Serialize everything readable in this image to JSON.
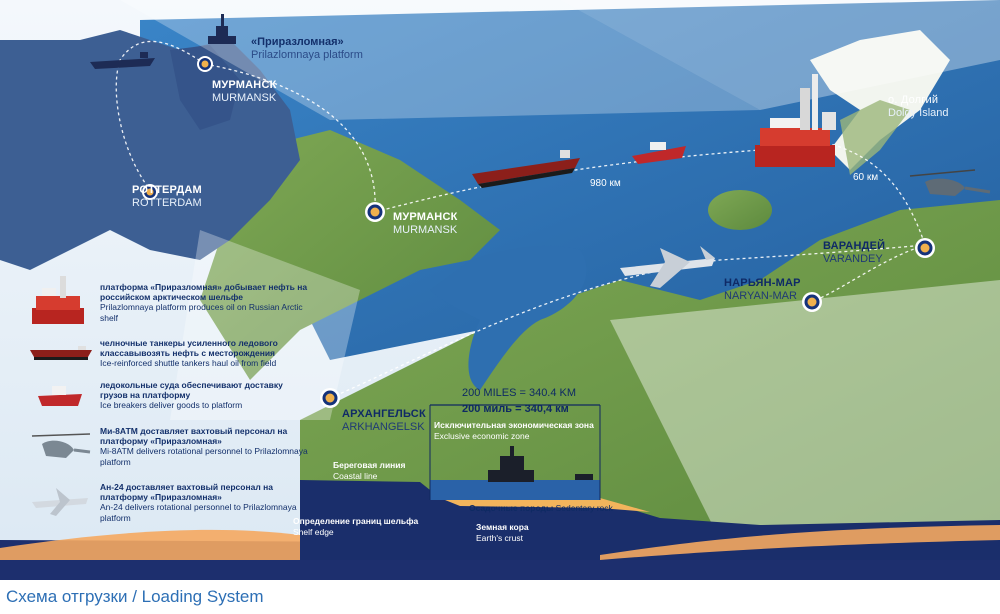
{
  "platform": {
    "ru": "«Приразломная»",
    "en": "Prilazlomnaya platform"
  },
  "cities": {
    "murmansk_top": {
      "ru": "МУРМАНСК",
      "en": "MURMANSK"
    },
    "rotterdam": {
      "ru": "РОТТЕРДАМ",
      "en": "ROTTERDAM"
    },
    "murmansk": {
      "ru": "МУРМАНСК",
      "en": "MURMANSK"
    },
    "dolgy": {
      "ru": "о. Долгий",
      "en": "Dolgy Island"
    },
    "varandey": {
      "ru": "ВАРАНДЕЙ",
      "en": "VARANDEY"
    },
    "naryan_mar": {
      "ru": "НАРЬЯН-МАР",
      "en": "NARYAN-MAR"
    },
    "arkhangelsk": {
      "ru": "АРХАНГЕЛЬСК",
      "en": "ARKHANGELSK"
    }
  },
  "distances": {
    "route": "980 км",
    "island": "60 км"
  },
  "legend": [
    {
      "icon": "platform-icon",
      "ru": "платформа «Приразломная» добывает нефть на российском арктическом шельфе",
      "en": "Prilazlomnaya platform produces oil on Russian Arctic shelf"
    },
    {
      "icon": "tanker-icon",
      "ru": "челночные танкеры усиленного ледового классавывозять нефть с месторождения",
      "en": "Ice-reinforced shuttle tankers haul oil from field"
    },
    {
      "icon": "icebreaker-icon",
      "ru": "ледокольные суда обеспечивают доставку грузов на платформу",
      "en": "Ice breakers deliver goods to platform"
    },
    {
      "icon": "helicopter-icon",
      "ru": "Ми-8АТМ доставляет вахтовый персонал на платформу «Приразломная»",
      "en": "Mi-8ATM delivers rotational personnel to Prilazlomnaya platform"
    },
    {
      "icon": "plane-icon",
      "ru": "Ан-24 доставляет вахтовый персонал на платформу «Приразломная»",
      "en": "An-24 delivers rotational personnel to Prilazlomnaya platform"
    }
  ],
  "cross_section": {
    "miles_en": "200 MILES = 340.4 KM",
    "miles_ru": "200 миль = 340,4 км",
    "eez_ru": "Исключительная экономическая зона",
    "eez_en": "Exclusive economic zone",
    "coast_ru": "Береговая линия",
    "coast_en": "Coastal line",
    "shelf_ru": "Определение границ шельфа",
    "shelf_en": "Shelf edge",
    "sed_ru": "Осадочные породы",
    "sed_en": "Sedentary rock",
    "crust_ru": "Земная кора",
    "crust_en": "Earth's crust"
  },
  "caption": "Схема отгрузки / Loading System",
  "colors": {
    "sea": "#2e74b8",
    "land": "#6f9a4a",
    "europe": "#3d5f93",
    "navy": "#13306b",
    "caption": "#2d6fb5"
  }
}
